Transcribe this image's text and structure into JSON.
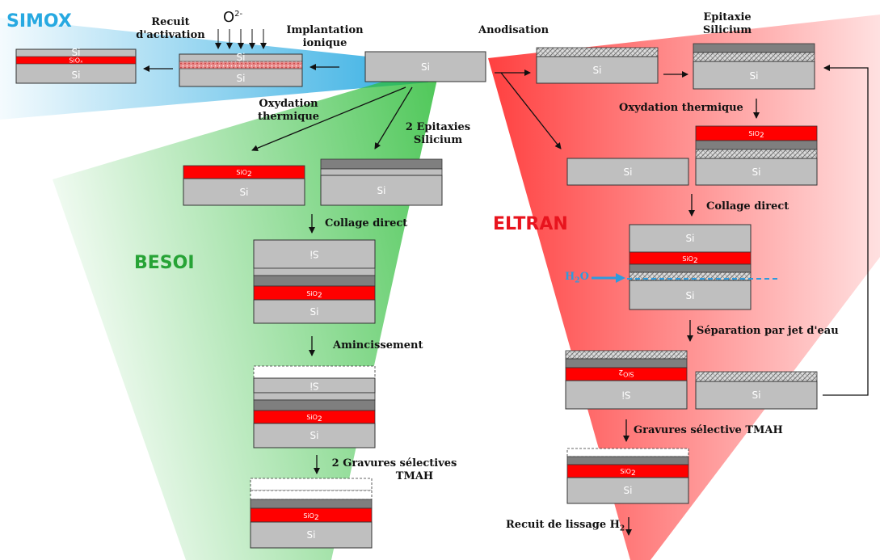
{
  "titles": {
    "simox": "SIMOX",
    "besoi": "BESOI",
    "eltran": "ELTRAN"
  },
  "colors": {
    "simox": "#27a9e1",
    "besoi": "#27a336",
    "eltran": "#e8141e",
    "silicon": "#bfbfbf",
    "oxide": "#ff0000",
    "epi": "#7f7f7f",
    "porous": "#d9d9d9",
    "water": "#2e9bdd"
  },
  "labels": {
    "si": "Si",
    "sio2": "SiO",
    "sio2_sub": "2",
    "sio_x": "SiOₓ",
    "o2": "O",
    "o2_sup": "2-",
    "recuit_activation": [
      "Recuit",
      "d'activation"
    ],
    "implantation": [
      "Implantation",
      "ionique"
    ],
    "anodisation": "Anodisation",
    "epitaxie": [
      "Epitaxie",
      "Silicium"
    ],
    "oxydation_besoi": [
      "Oxydation",
      "thermique"
    ],
    "deux_epitaxies": [
      "2 Epitaxies",
      "Silicium"
    ],
    "oxydation_eltran": "Oxydation thermique",
    "collage_besoi": "Collage direct",
    "collage_eltran": "Collage direct",
    "amincissement": "Amincissement",
    "separation": "Séparation par jet d'eau",
    "gravures_besoi": [
      "2 Gravures sélectives",
      "TMAH"
    ],
    "gravures_eltran": "Gravures sélective TMAH",
    "recuit_lissage": "Recuit de lissage H",
    "recuit_lissage_sub": "2",
    "h2o": "H",
    "h2o_sub": "2",
    "h2o_tail": "O"
  }
}
